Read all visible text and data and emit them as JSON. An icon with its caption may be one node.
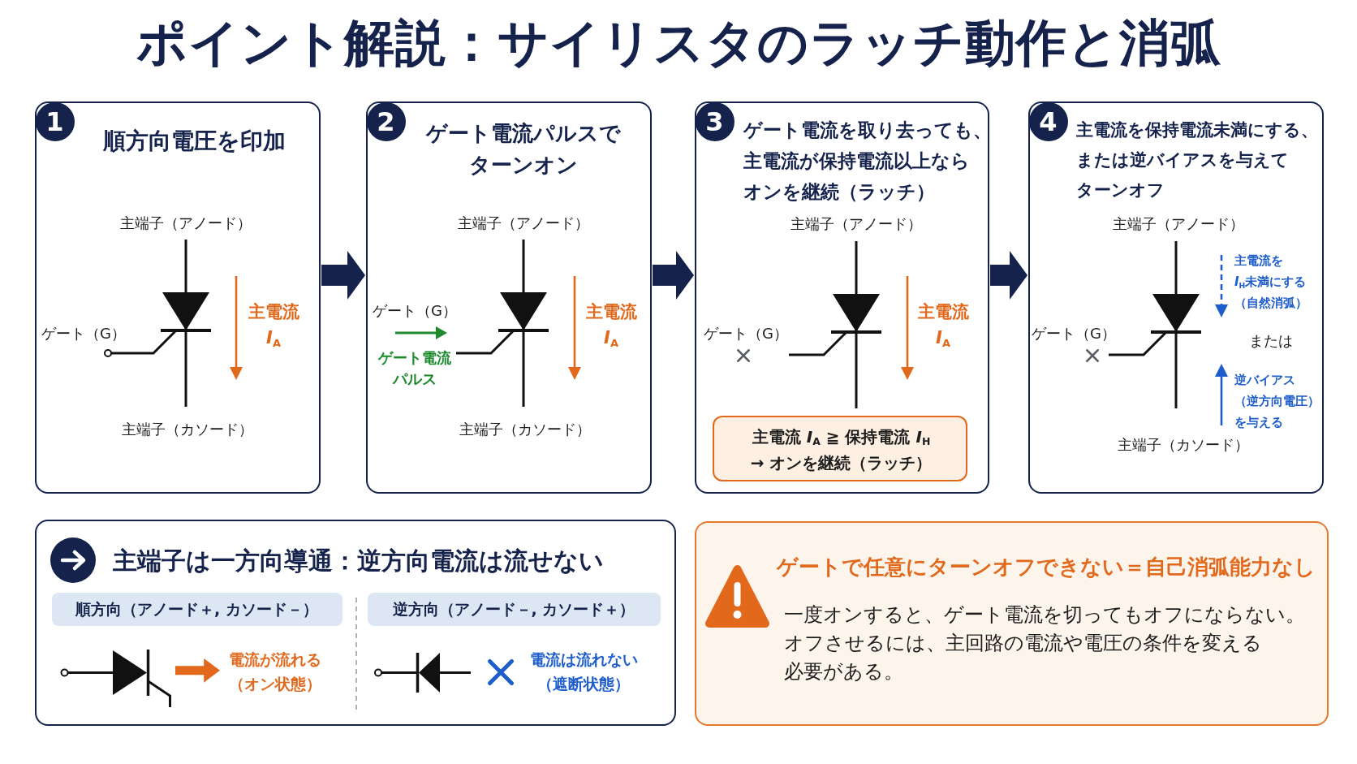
{
  "diagram": {
    "title": "ポイント解説：サイリスタのラッチ動作と消弧",
    "nodes": [
      {
        "text": [
          "順方向電圧を印加",
          "主端子（アノード）",
          "ゲート（G）",
          "主電流 *I*$_{A}$",
          "主端子（カソード）"
        ]
      },
      {
        "text": [
          "1"
        ],
        "in": 0
      },
      {
        "text": [
          "ゲート電流パルスでターンオン",
          "主端子（アノード）",
          "ゲート（G）",
          "ゲート電流パルス",
          "主電流 *I*$_{A}$",
          "主端子（カソード）"
        ]
      },
      {
        "text": [
          "2"
        ],
        "in": 2
      },
      {
        "text": [
          "ゲート電流を取り去っても、主電流が保持電流以上ならオンを継続（ラッチ）",
          "主端子（アノード）",
          "ゲート（G）",
          "主電流 *I*$_{A}$"
        ]
      },
      {
        "text": [
          "3"
        ],
        "in": 4
      },
      {
        "text": [
          "主電流 *I*$_{A}$ ≧ 保持電流 *I*$_{H}$",
          "→ オンを継続（ラッチ）"
        ],
        "in": 4
      },
      {
        "text": [
          "主電流を保持電流未満にする、または逆バイアスを与えてターンオフ",
          "主端子（アノード）",
          "ゲート（G）",
          "主電流を *I*$_{H}$未満にする（自然消弧）",
          "または",
          "逆バイアス（逆方向電圧）を与える",
          "主端子（カソード）"
        ]
      },
      {
        "text": [
          "4"
        ],
        "in": 7
      },
      {
        "text": [
          "主端子は一方向導通：逆方向電流は流せない",
          "電流が流れる（オン状態）",
          "電流は流れない（遮断状態）"
        ]
      },
      {
        "text": [
          "順方向（アノード＋, カソード－）"
        ],
        "in": 9
      },
      {
        "text": [
          "逆方向（アノード－, カソード＋）"
        ],
        "in": 9
      },
      {
        "text": [
          "ゲートで任意にターンオフできない＝自己消弧能力なし",
          "一度オンすると、ゲート電流を切ってもオフにならない。オフさせるには、主回路の電流や電圧の条件を変える必要がある。"
        ]
      }
    ],
    "edges": [
      {
        "from": 0,
        "to": 2,
        "arrow": "to"
      },
      {
        "from": 2,
        "to": 4,
        "arrow": "to"
      },
      {
        "from": 4,
        "to": 7,
        "arrow": "to"
      }
    ]
  }
}
